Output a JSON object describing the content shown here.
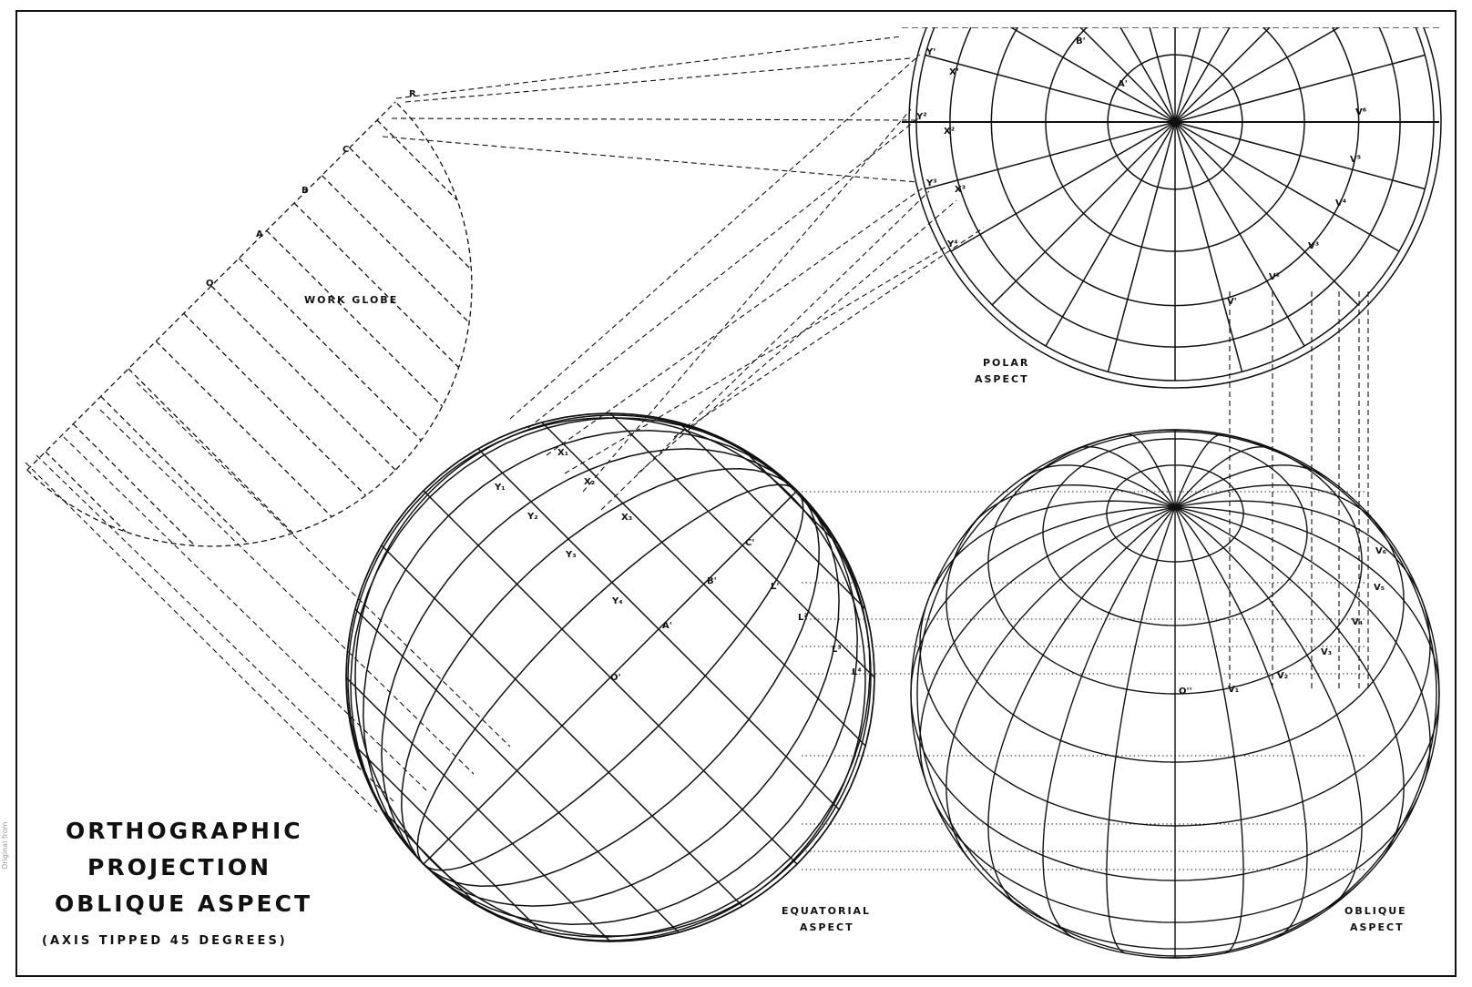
{
  "title": {
    "line1": "ORTHOGRAPHIC",
    "line2": "PROJECTION",
    "line3": "OBLIQUE ASPECT",
    "line4": "(AXIS TIPPED 45 DEGREES)"
  },
  "captions": {
    "work_globe": "WORK GLOBE",
    "polar": [
      "POLAR",
      "ASPECT"
    ],
    "equatorial": [
      "EQUATORIAL",
      "ASPECT"
    ],
    "oblique": [
      "OBLIQUE",
      "ASPECT"
    ]
  },
  "work_globe_points": [
    "O",
    "A",
    "B",
    "C",
    "R"
  ],
  "polar_labels": [
    "B'",
    "A'",
    "Y'",
    "X'",
    "Y²",
    "X²",
    "Y³",
    "X³",
    "Y⁴",
    "V'",
    "V²",
    "V³",
    "V⁴",
    "V⁵",
    "V⁶"
  ],
  "equatorial_labels": [
    "X₁",
    "X₂",
    "X₃",
    "Y₁",
    "Y₂",
    "Y₃",
    "Y₄",
    "C'",
    "B'",
    "A'",
    "O'",
    "L'",
    "L²",
    "L³",
    "L⁴"
  ],
  "oblique_labels": [
    "O''",
    "V₁",
    "V₂",
    "V₃",
    "V₄",
    "V₅",
    "V₆"
  ],
  "margin_note": "Original from"
}
